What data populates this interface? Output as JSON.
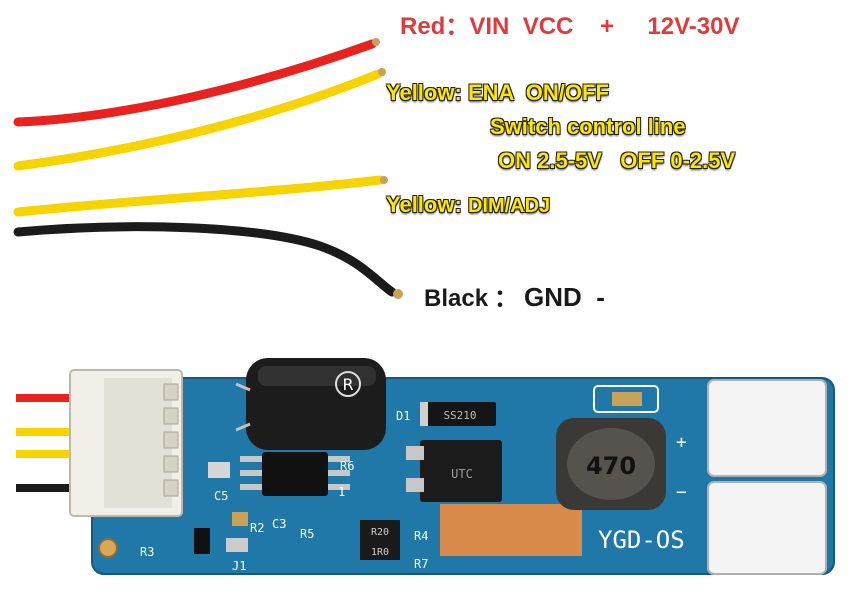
{
  "wire_labels": {
    "red": {
      "name": "Red",
      "separator": "：",
      "text": "VIN  VCC    +     12V-30V"
    },
    "yellow_ena": {
      "name": "Yellow",
      "separator": ":",
      "line1": "ENA  ON/OFF",
      "line2": "Switch control line",
      "line3": "ON 2.5-5V   OFF 0-2.5V"
    },
    "yellow_dim": {
      "name": "Yellow",
      "separator": ":",
      "text": "DIM/ADJ"
    },
    "black": {
      "name": "Black",
      "separator": "：",
      "text": "GND  -"
    }
  },
  "pcb": {
    "silkscreen": {
      "brand": "YGD-OS",
      "d1": "D1",
      "r6": "R6",
      "c5": "C5",
      "r2": "R2",
      "c3": "C3",
      "r5": "R5",
      "r3": "R3",
      "j1": "J1",
      "r4": "R4",
      "r7": "R7",
      "plus": "+",
      "minus": "−",
      "pin1": "1"
    },
    "component_markings": {
      "inductor": "470",
      "diode": "SS210",
      "capacitor": "R",
      "mosfet": "UTC",
      "res_a": "R20",
      "res_b": "1R0"
    }
  },
  "colors": {
    "wire_red": "#e8221f",
    "wire_yellow": "#f7d400",
    "wire_black": "#1b1b1b",
    "pcb_blue": "#1f78a8",
    "label_red": "#e03a3a",
    "label_yellow": "#ffe600"
  }
}
